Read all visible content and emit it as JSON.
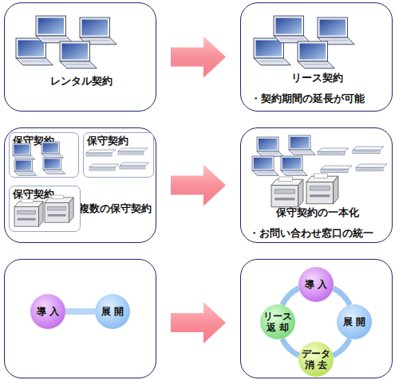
{
  "diagram": {
    "nodes": [
      {
        "text": [
          "レンタル契約"
        ]
      },
      {
        "text": [
          "リース契約",
          "・契約期間の延長が可能"
        ]
      },
      {
        "text": [
          "複数の保守契約"
        ]
      },
      {
        "text": [
          "保守契約"
        ],
        "in": 2
      },
      {
        "text": [
          "保守契約"
        ],
        "in": 2
      },
      {
        "text": [
          "保守契約"
        ],
        "in": 2
      },
      {
        "text": [
          "保守契約の一本化",
          "・お問い合わせ窓口の統一"
        ]
      },
      {
        "text": [
          "導 入"
        ]
      },
      {
        "text": [
          "展 開"
        ]
      },
      {
        "text": [
          "導 入"
        ]
      },
      {
        "text": [
          "展 開"
        ]
      },
      {
        "text": [
          "データ 消 去"
        ]
      },
      {
        "text": [
          "リース 返 却"
        ]
      }
    ],
    "edges": [
      {
        "from": 0,
        "to": 1,
        "arrow": "to"
      },
      {
        "from": 2,
        "to": 6,
        "arrow": "to"
      },
      {
        "from": 7,
        "to": 8,
        "arrow": "none"
      },
      {
        "from": 9,
        "to": 10,
        "arrow": "none"
      },
      {
        "from": 10,
        "to": 11,
        "arrow": "none"
      },
      {
        "from": 11,
        "to": 12,
        "arrow": "none"
      },
      {
        "from": 12,
        "to": 9,
        "arrow": "none"
      }
    ]
  }
}
